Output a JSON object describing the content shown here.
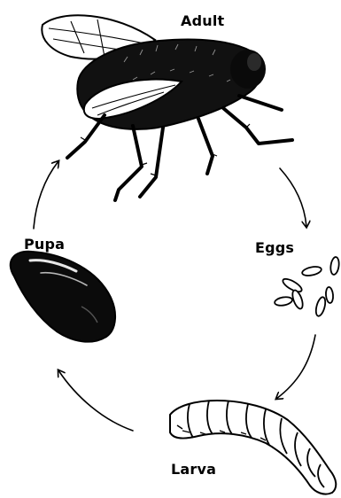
{
  "diagram": {
    "stages": [
      {
        "id": "adult",
        "label": "Adult"
      },
      {
        "id": "eggs",
        "label": "Eggs"
      },
      {
        "id": "larva",
        "label": "Larva"
      },
      {
        "id": "pupa",
        "label": "Pupa"
      }
    ],
    "cycle_order": [
      "adult",
      "eggs",
      "larva",
      "pupa",
      "adult"
    ],
    "colors": {
      "ink": "#000000",
      "background": "#ffffff"
    }
  }
}
